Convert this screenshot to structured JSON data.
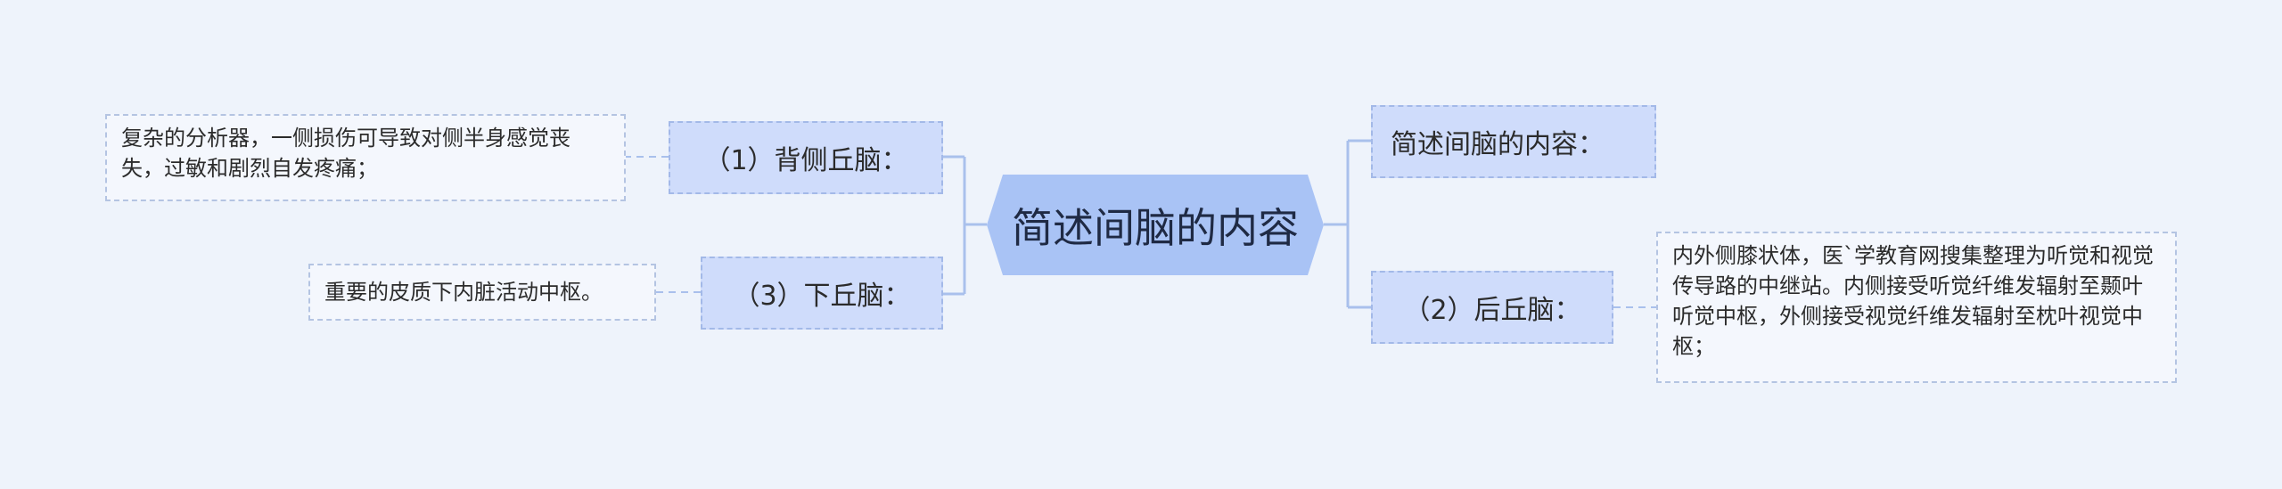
{
  "root": {
    "label": "简述间脑的内容"
  },
  "branches": {
    "dorsal_thalamus": {
      "label": "（1）背侧丘脑："
    },
    "hypothalamus": {
      "label": "（3）下丘脑："
    },
    "intro": {
      "label": "简述间脑的内容："
    },
    "metathalamus": {
      "label": "（2）后丘脑："
    }
  },
  "leaves": {
    "dorsal_thalamus": {
      "text": "复杂的分析器，一侧损伤可导致对侧半身感觉丧失，过敏和剧烈自发疼痛；"
    },
    "hypothalamus": {
      "text": "重要的皮质下内脏活动中枢。"
    },
    "metathalamus": {
      "text": "内外侧膝状体，医`学教育网搜集整理为听觉和视觉传导路的中继站。内侧接受听觉纤维发辐射至颞叶听觉中枢，外侧接受视觉纤维发辐射至枕叶视觉中枢；"
    }
  },
  "colors": {
    "background": "#eef3fb",
    "root_fill": "#a9c3f5",
    "branch_fill": "#cfdcfb",
    "leaf_fill": "#f4f7fd",
    "connector": "#a9c0ec"
  }
}
